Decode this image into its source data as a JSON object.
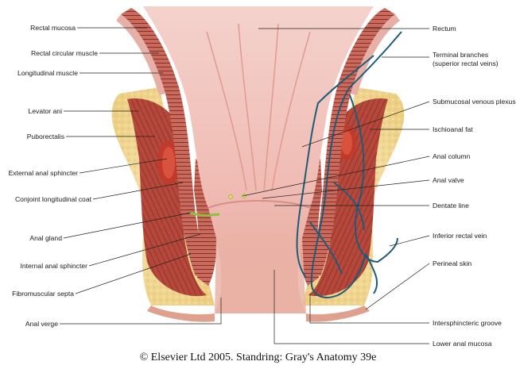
{
  "labels_left": [
    {
      "id": "rectal-mucosa",
      "text": "Rectal mucosa"
    },
    {
      "id": "rectal-circular-muscle",
      "text": "Rectal circular muscle"
    },
    {
      "id": "longitudinal-muscle",
      "text": "Longitudinal muscle"
    },
    {
      "id": "levator-ani",
      "text": "Levator ani"
    },
    {
      "id": "puborectalis",
      "text": "Puborectalis"
    },
    {
      "id": "external-anal-sphincter",
      "text": "External anal sphincter"
    },
    {
      "id": "conjoint-longitudinal-coat",
      "text": "Conjoint longitudinal coat"
    },
    {
      "id": "anal-gland",
      "text": "Anal gland"
    },
    {
      "id": "internal-anal-sphincter",
      "text": "Internal anal sphincter"
    },
    {
      "id": "fibromuscular-septa",
      "text": "Fibromuscular septa"
    },
    {
      "id": "anal-verge",
      "text": "Anal verge"
    }
  ],
  "labels_right": [
    {
      "id": "rectum",
      "text": "Rectum"
    },
    {
      "id": "terminal-branches",
      "text": "Terminal branches",
      "text2": "(superior rectal veins)"
    },
    {
      "id": "submucosal-venous-plexus",
      "text": "Submucosal venous plexus"
    },
    {
      "id": "ischioanal-fat",
      "text": "Ischioanal fat"
    },
    {
      "id": "anal-column",
      "text": "Anal column"
    },
    {
      "id": "anal-valve",
      "text": "Anal valve"
    },
    {
      "id": "dentate-line",
      "text": "Dentate line"
    },
    {
      "id": "inferior-rectal-vein",
      "text": "Inferior rectal vein"
    },
    {
      "id": "perineal-skin",
      "text": "Perineal skin"
    },
    {
      "id": "intersphincteric-groove",
      "text": "Intersphincteric groove"
    },
    {
      "id": "lower-anal-mucosa",
      "text": "Lower anal mucosa"
    }
  ],
  "caption": "© Elsevier Ltd 2005. Standring: Gray's Anatomy 39e",
  "colors": {
    "fat": "#f3dc9a",
    "muscle": "#b5483c",
    "muscle_dark": "#8e2d24",
    "mucosa": "#eba9a2",
    "lumen": "#f6cfc8",
    "vein": "#1d5b78",
    "skin": "#e9b2a2"
  }
}
